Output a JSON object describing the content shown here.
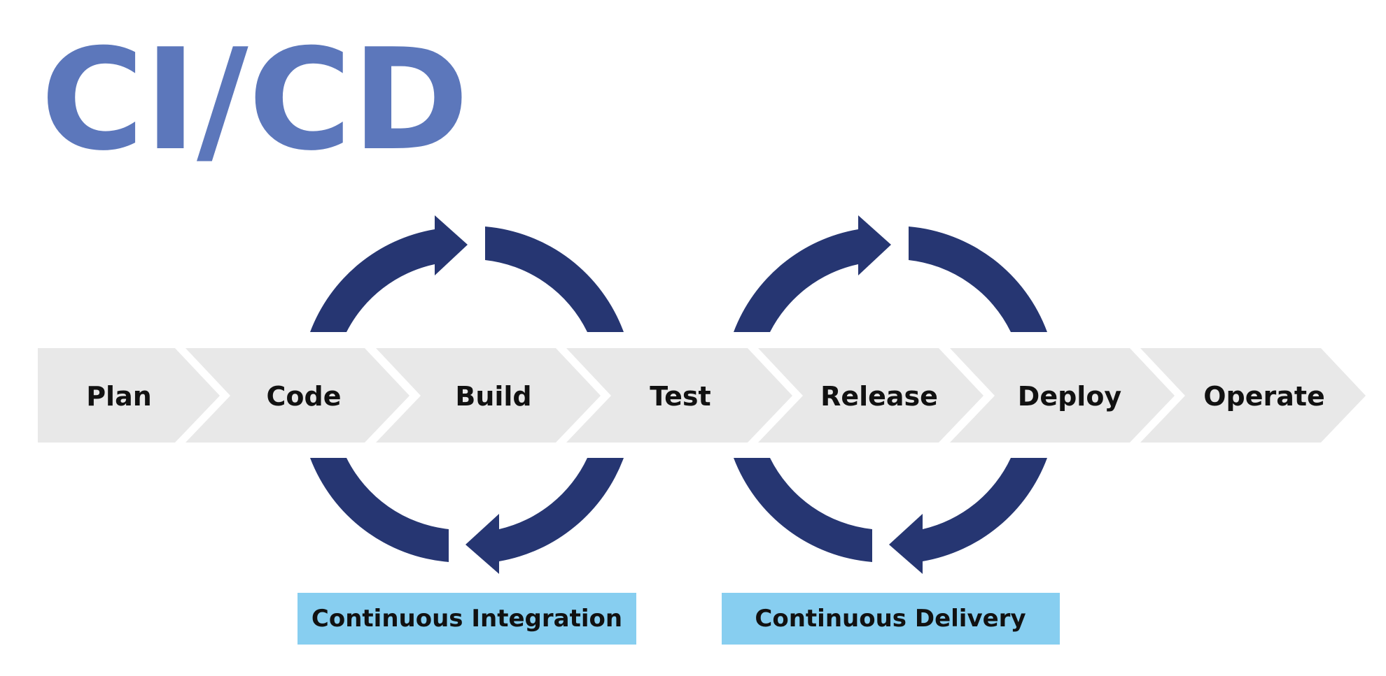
{
  "title": "CI/CD",
  "stages": [
    "Plan",
    "Code",
    "Build",
    "Test",
    "Release",
    "Deploy",
    "Operate"
  ],
  "loops": [
    {
      "label": "Continuous Integration"
    },
    {
      "label": "Continuous Delivery"
    }
  ],
  "colors": {
    "title": "#5C77BB",
    "stage_fill": "#E8E8E8",
    "stage_text": "#111111",
    "loop_arrow": "#263672",
    "label_fill": "#87CEF0",
    "label_text": "#111111"
  }
}
